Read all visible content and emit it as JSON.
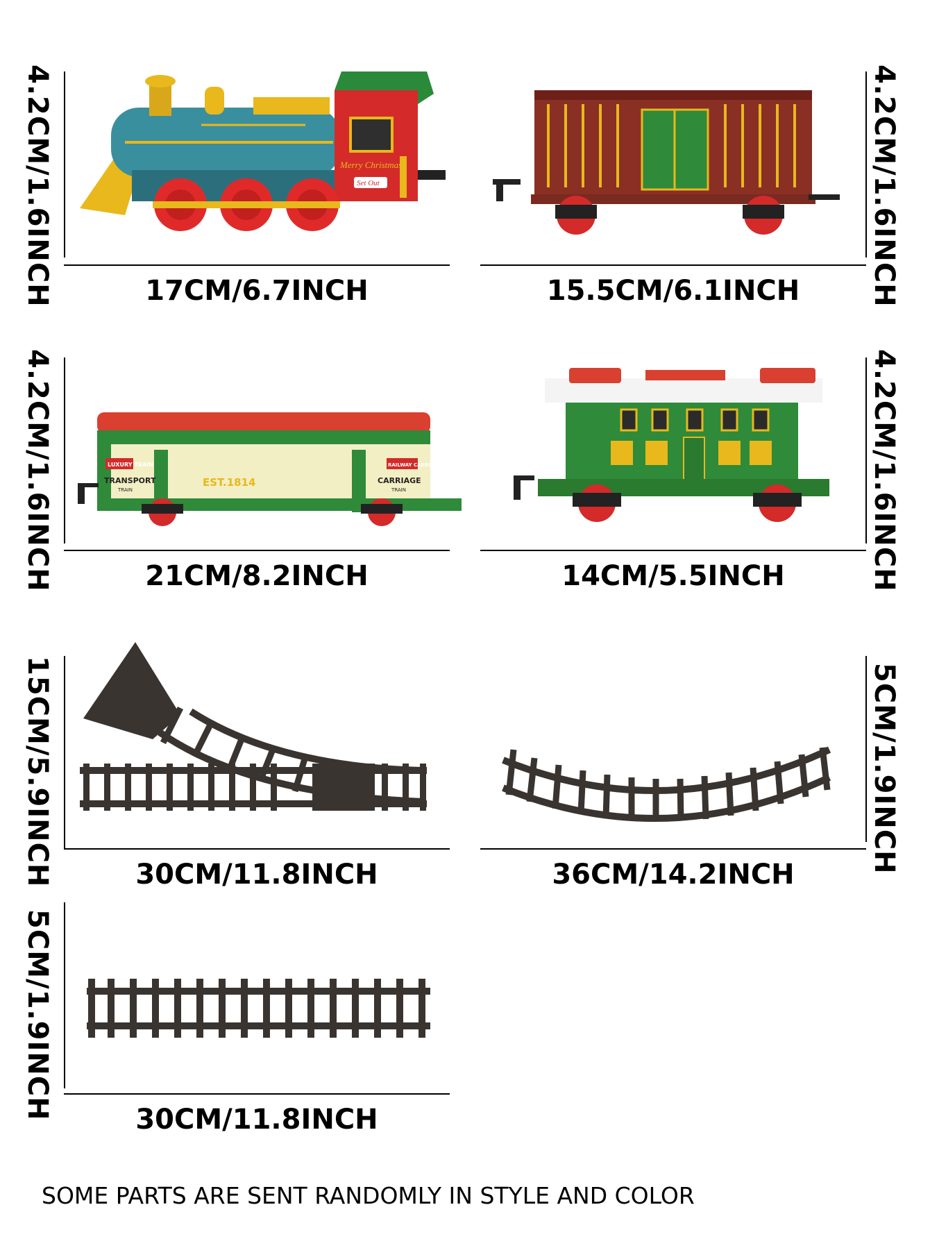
{
  "items": [
    {
      "name": "locomotive",
      "width": "17CM/6.7INCH",
      "height": "4.2CM/1.6INCH",
      "text": {
        "side": "Merry Christmas",
        "plate": "Set Out"
      }
    },
    {
      "name": "boxcar",
      "width": "15.5CM/6.1INCH",
      "height": "4.2CM/1.6INCH"
    },
    {
      "name": "passenger-car",
      "width": "21CM/8.2INCH",
      "height": "4.2CM/1.6INCH",
      "text": {
        "left_badge": "LUXURY TRAIN",
        "left_plate": "TRANSPORT",
        "left_sub": "TRAIN",
        "center": "EST.1814",
        "right_badge": "RAILWAY CARRIAGE",
        "right_plate": "CARRIAGE",
        "right_sub": "TRAIN"
      }
    },
    {
      "name": "caboose",
      "width": "14CM/5.5INCH",
      "height": "4.2CM/1.6INCH"
    },
    {
      "name": "switch-track",
      "width": "30CM/11.8INCH",
      "height": "15CM/5.9INCH"
    },
    {
      "name": "curved-track",
      "width": "36CM/14.2INCH",
      "height": "5CM/1.9INCH"
    },
    {
      "name": "straight-track",
      "width": "30CM/11.8INCH",
      "height": "5CM/1.9INCH"
    }
  ],
  "note": "SOME PARTS ARE SENT RANDOMLY IN STYLE AND COLOR",
  "colors": {
    "track": "#3a3431",
    "loco_body": "#3a8f9e",
    "loco_cab": "#d42a2a",
    "gold": "#e8b81c",
    "boxcar": "#8a2f24",
    "green": "#2f8a3a",
    "roof_red": "#d9402f"
  }
}
